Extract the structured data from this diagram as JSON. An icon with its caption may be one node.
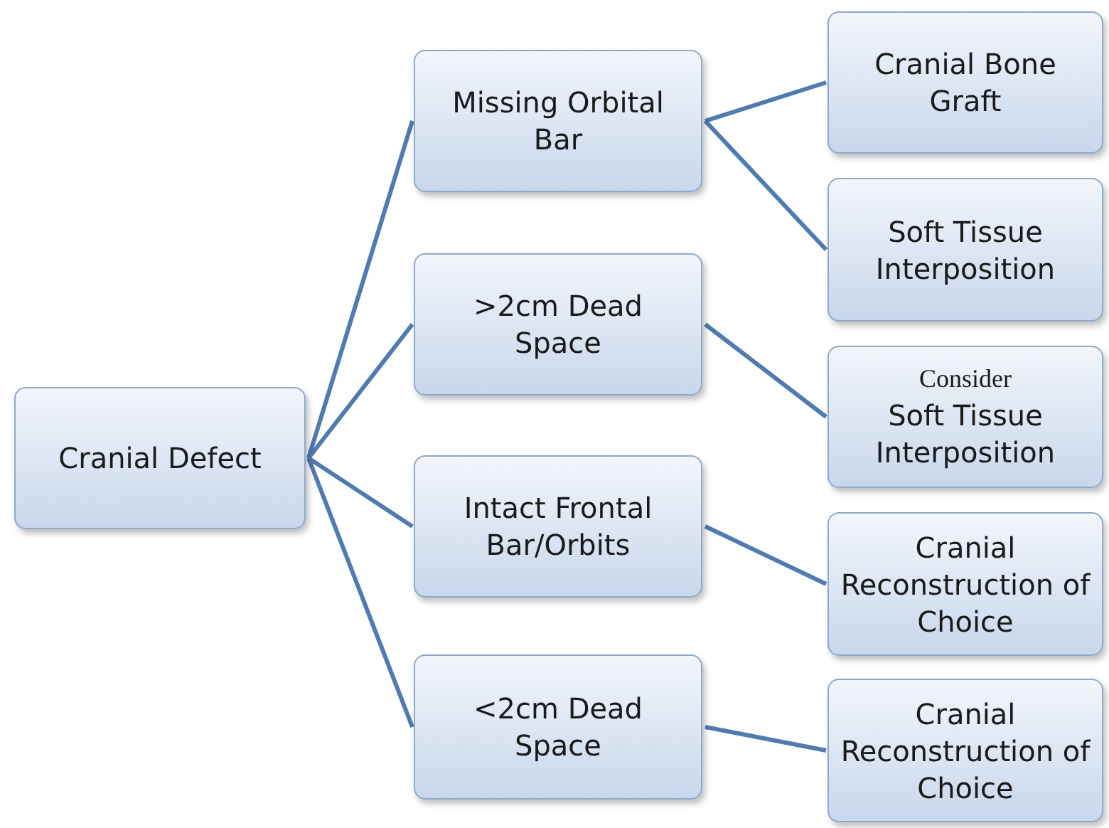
{
  "diagram": {
    "nodes": [
      {
        "text": [
          "Cranial Defect"
        ]
      },
      {
        "text": [
          "Missing Orbital Bar"
        ]
      },
      {
        "text": [
          ">2cm Dead Space"
        ]
      },
      {
        "text": [
          "Intact Frontal Bar/Orbits"
        ]
      },
      {
        "text": [
          "<2cm Dead Space"
        ]
      },
      {
        "text": [
          "Cranial Bone Graft"
        ]
      },
      {
        "text": [
          "Soft Tissue Interposition"
        ]
      },
      {
        "text": [
          "Consider",
          "Soft Tissue Interposition"
        ]
      },
      {
        "text": [
          "Cranial Reconstruction of Choice"
        ]
      },
      {
        "text": [
          "Cranial Reconstruction of Choice"
        ]
      }
    ],
    "edges": [
      {
        "from": 0,
        "to": 1,
        "arrow": "none"
      },
      {
        "from": 0,
        "to": 2,
        "arrow": "none"
      },
      {
        "from": 0,
        "to": 3,
        "arrow": "none"
      },
      {
        "from": 0,
        "to": 4,
        "arrow": "none"
      },
      {
        "from": 1,
        "to": 5,
        "arrow": "none"
      },
      {
        "from": 1,
        "to": 6,
        "arrow": "none"
      },
      {
        "from": 2,
        "to": 7,
        "arrow": "none"
      },
      {
        "from": 3,
        "to": 8,
        "arrow": "none"
      },
      {
        "from": 4,
        "to": 9,
        "arrow": "none"
      }
    ]
  }
}
